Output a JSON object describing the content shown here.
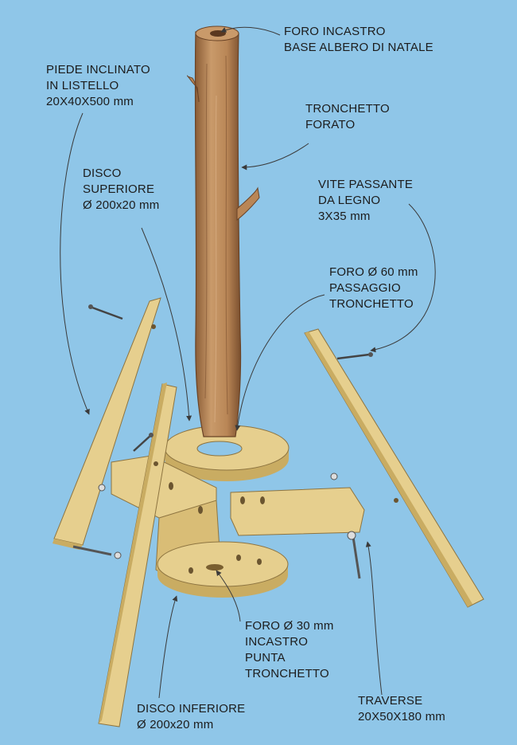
{
  "labels": {
    "foro_incastro": [
      "FORO INCASTRO",
      "BASE ALBERO DI NATALE"
    ],
    "piede_inclinato": [
      "PIEDE INCLINATO",
      "IN LISTELLO",
      "20X40X500 mm"
    ],
    "tronchetto_forato": [
      "TRONCHETTO",
      "FORATO"
    ],
    "disco_superiore": [
      "DISCO",
      "SUPERIORE",
      "Ø 200x20 mm"
    ],
    "vite_passante": [
      "VITE PASSANTE",
      "DA LEGNO",
      "3X35 mm"
    ],
    "foro_60": [
      "FORO Ø 60 mm",
      "PASSAGGIO",
      "TRONCHETTO"
    ],
    "foro_30": [
      "FORO Ø 30 mm",
      "INCASTRO",
      "PUNTA",
      "TRONCHETTO"
    ],
    "traverse": [
      "TRAVERSE",
      "20X50X180 mm"
    ],
    "disco_inferiore": [
      "DISCO INFERIORE",
      "Ø 200x20 mm"
    ]
  },
  "colors": {
    "background": "#8fc6e8",
    "wood_light": "#e6cf8e",
    "wood_shade": "#c9ac62",
    "trunk": "#b98656",
    "trunk_dark": "#8a5c36",
    "leader": "#3a3a3a"
  }
}
